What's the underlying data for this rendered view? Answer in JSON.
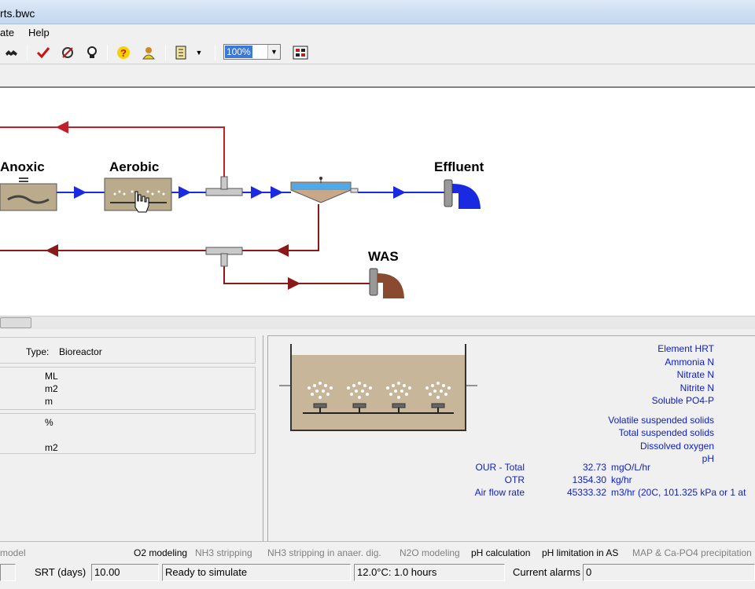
{
  "window": {
    "title": "rts.bwc"
  },
  "menu": {
    "items": [
      "ate",
      "Help"
    ]
  },
  "toolbar": {
    "zoom": "100%"
  },
  "flowsheet": {
    "units": {
      "anoxic": "Anoxic",
      "aerobic": "Aerobic",
      "effluent": "Effluent",
      "was": "WAS"
    }
  },
  "properties": {
    "type_label": "Type:",
    "type_value": "Bioreactor",
    "units1": [
      "ML",
      "m2",
      "m"
    ],
    "units2": [
      "%",
      "m2"
    ]
  },
  "details": {
    "labels": [
      "Element HRT",
      "Ammonia N",
      "Nitrate N",
      "Nitrite N",
      "Soluble PO4-P",
      "Volatile suspended solids",
      "Total suspended solids",
      "Dissolved oxygen",
      "pH"
    ],
    "rows": [
      {
        "label": "OUR - Total",
        "value": "32.73",
        "unit": "mgO/L/hr"
      },
      {
        "label": "OTR",
        "value": "1354.30",
        "unit": "kg/hr"
      },
      {
        "label": "Air flow rate",
        "value": "45333.32",
        "unit": "m3/hr (20C, 101.325 kPa or 1 at"
      }
    ]
  },
  "features": {
    "model": "model",
    "o2": "O2 modeling",
    "nh3": "NH3 stripping",
    "nh3_anaer": "NH3 stripping in anaer. dig.",
    "n2o": "N2O modeling",
    "ph_calc": "pH calculation",
    "ph_limit": "pH limitation in AS",
    "map": "MAP & Ca-PO4 precipitation"
  },
  "status": {
    "srt_label": "SRT (days)",
    "srt_value": "10.00",
    "message": "Ready to simulate",
    "temp": "12.0°C: 1.0 hours",
    "alarms_label": "Current alarms",
    "alarms_value": "0"
  },
  "colors": {
    "recycle_line": "#c0202a",
    "flow_line": "#1a2ae0",
    "was_line": "#8a1a1a",
    "text_blue": "#1020c8"
  }
}
